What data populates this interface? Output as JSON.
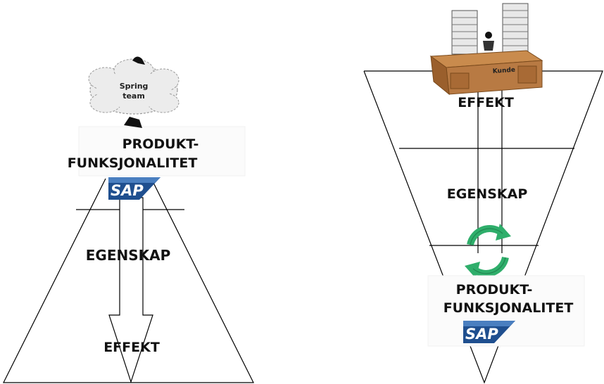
{
  "left": {
    "cloud_label": "Spring team",
    "top_label": "PRODUKT-FUNKSJONALITET",
    "top_label_line1": "PRODUKT-",
    "top_label_line2": "FUNKSJONALITET",
    "logo": "SAP",
    "mid_label": "EGENSKAP",
    "bottom_label": "EFFEKT"
  },
  "right": {
    "desk_label": "Kunde",
    "top_label": "EFFEKT",
    "mid_label": "EGENSKAP",
    "bottom_label_line1": "PRODUKT-",
    "bottom_label_line2": "FUNKSJONALITET",
    "logo": "SAP",
    "cycle_icon": "recycle-arrows-icon"
  },
  "colors": {
    "sap_blue": "#1f4f8f",
    "sap_top": "#4a7fc0",
    "cycle_green": "#2fae6b",
    "desk_brown": "#b87a43",
    "line": "#000000"
  }
}
